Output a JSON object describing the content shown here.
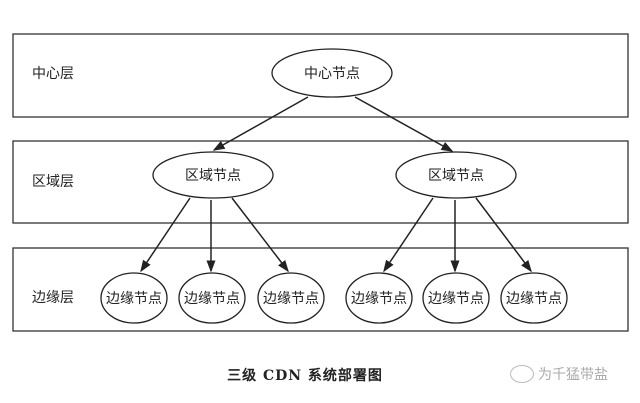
{
  "layers": [
    "中心层",
    "区域层",
    "边缘层"
  ],
  "center_node": "中心节点",
  "region_nodes": [
    "区域节点",
    "区域节点"
  ],
  "edge_nodes": [
    "边缘节点",
    "边缘节点",
    "边缘节点",
    "边缘节点",
    "边缘节点",
    "边缘节点"
  ],
  "caption": "三级 CDN 系统部署图",
  "watermark": "为千猛带盐"
}
